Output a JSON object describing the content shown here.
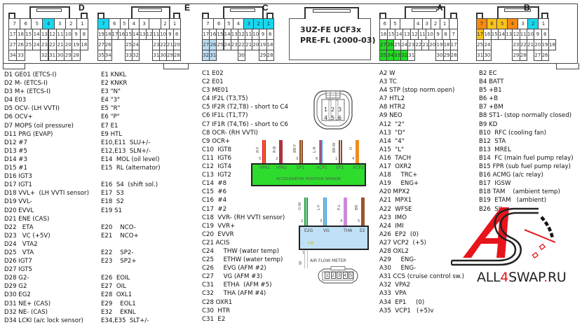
{
  "title": {
    "line1": "3UZ-FE UCF3x",
    "line2": "PRE-FL (2000-03)"
  },
  "connectors": {
    "D": {
      "label": "D",
      "highlighted": {
        "4": "#18d6ee"
      }
    },
    "E": {
      "label": "E",
      "highlighted": {
        "7": "#18d6ee"
      }
    },
    "C": {
      "label": "C",
      "highlighted": {
        "1": "#18d6ee",
        "2": "#18d6ee",
        "3": "#18d6ee",
        "26": "#bcdcf2",
        "27": "#bcdcf2",
        "31": "#bcdcf2",
        "32": "#bcdcf2"
      }
    },
    "A": {
      "label": "A",
      "highlighted": {
        "26": "#22dd22",
        "27": "#22dd22",
        "32": "#22dd22",
        "33": "#22dd22",
        "34": "#22dd22",
        "35": "#22dd22"
      }
    },
    "B": {
      "label": "B",
      "highlighted": {
        "7": "#f58a12",
        "6": "#fbc21a",
        "5": "#fbc21a",
        "4": "#f58a12",
        "2": "#18d6ee",
        "17": "#fbc21a"
      }
    }
  },
  "colors": {
    "cyan": "#18d6ee",
    "light_blue": "#bcdcf2",
    "green": "#22dd22",
    "orange": "#f58a12",
    "yellow": "#fbc21a",
    "logo_red": "#e8141c"
  },
  "pinout_D": [
    "D1 GE01 (ETCS-I)",
    "D2 M- (ETCS-I)",
    "D3 M+ (ETCS-I)",
    "D4 E03",
    "D5 OCV- (LH VVTI)",
    "D6 OCV+",
    "D7 MOPS (oil pressure)",
    "D11 PRG (EVAP)",
    "D12 #7",
    "D13 #5",
    "D14 #3",
    "D15 #1",
    "D16 IGT3",
    "D17 IGT1",
    "D18 VVL+  (LH VVTI sensor)",
    "D19 VVL-",
    "D20 EVVL",
    "D21 ENE (CAS)",
    "D22   ETA",
    "D23   VC (+5V)",
    "D24   VTA2",
    "D25   VTA",
    "D26 IGT7",
    "D27 IGT5",
    "D28 G2-",
    "D29 G2",
    "D30 EG2",
    "D31 NE+ (CAS)",
    "D32 NE- (CAS)",
    "D34 LCKI (a/c lock sensor)"
  ],
  "pinout_E": [
    "E1 KNKL",
    "E2 KNKR",
    "E3 \"N\"",
    "E4 \"3\"",
    "E5 \"R\"",
    "E6 \"P\"",
    "E7 E1",
    "E9 HTL",
    "E10,E11  SLU+/-",
    "E12,E13  SLN+/-",
    "E14  MOL (oil level)",
    "E15  RL (alternator)",
    "",
    "E16  S4  (shift sol.)",
    "E17  S3",
    "E18  S2",
    "E19 S1",
    "",
    "E20    NCO-",
    "E21    NCO+",
    "",
    "E22    SP2-",
    "E23    SP2+",
    "",
    "E26  EOIL",
    "E27  OIL",
    "E28  OXL1",
    "E29    EOL1",
    "E32    EKNL",
    "E34,E35  SLT+/-"
  ],
  "pinout_C": [
    "C1 E02",
    "C2 E01",
    "C3 ME01",
    "C4 IF2L (T3,T5)",
    "C5 IF2R (T2,T8) - short to C4",
    "C6 IF1L (T1,T7)",
    "C7 IF1R (T4,T6) - short to C6",
    "C8 OCR- (RH VVTI)",
    "C9 OCR+",
    "C10  IGT8",
    "C11  IGT6",
    "C12  IGT4",
    "C13  IGT2",
    "C14  #8",
    "C15  #6",
    "C16  #4",
    "C17  #2",
    "C18  VVR- (RH VVTI sensor)",
    "C19  VVR+",
    "C20  EVVR",
    "C21 ACIS",
    "C24     THW (water temp)",
    "C25     ETHW (water temp)",
    "C26     EVG (AFM #2)",
    "C27     VG (AFM #3)",
    "C31     ETHA  (AFM #5)",
    "C32     THA (AFM #4)",
    "C28 OXR1",
    "C30  HTR",
    "C31  E2"
  ],
  "pinout_A": [
    "A2 W",
    "A3 TC",
    "A4 STP (stop norm.open)",
    "A7 HTL2",
    "A8 HTR2",
    "A9 NEO",
    "A12  \"2\"",
    "A13  \"D\"",
    "A14  \"4\"",
    "A15  \"L\"",
    "A16  TACH",
    "A17  OXR2",
    "A18     TRC+",
    "A19     ENG+",
    "A20 MPX2",
    "A21  MPX1",
    "A22  WFSE",
    "A23  IMO",
    "A24  IMI",
    "A26  EP2  (0)",
    "A27 VCP2  (+5)",
    "A28 OXL2",
    "A29     ENG-",
    "A30     ENG-",
    "A31 CCS (cruise control sw.)",
    "A32  VPA2",
    "A33  VPA",
    "A34  EP1     (0)",
    "A35  VCP1   (+5)v"
  ],
  "pinout_B": [
    "B2 EC",
    "B4 BATT",
    "B5 +B1",
    "B6 +B",
    "B7 +BM",
    "B8 ST1- (stop normally closed)",
    "B9 KD",
    "B10  RFC (cooling fan)",
    "B12  STA",
    "B13  MREL",
    "B14  FC (main fuel pump relay)",
    "B15 FPR (sub fuel pump relay)",
    "B16 ACMG (a/c relay)",
    "B17  IGSW",
    "B18 TAM    (ambient temp)",
    "B19  ETAM   (ambient)",
    "B26  SIL"
  ],
  "aps_connector": {
    "pins": [
      "1",
      "2",
      "3",
      "4",
      "5",
      "6"
    ]
  },
  "accelerator_sensor": {
    "name": "ACCELERATOR POSITION SENSOR",
    "terminals": [
      {
        "name": "VPA1",
        "pin": "5",
        "wire": "R-Y",
        "colors": [
          "#e8141c",
          "#f5c842"
        ]
      },
      {
        "name": "VPA2",
        "pin": "2",
        "wire": "R-B",
        "colors": [
          "#b03040",
          "#b03040"
        ]
      },
      {
        "name": "EP1",
        "pin": "3",
        "wire": "BR-Y",
        "colors": [
          "#8b4a2b",
          "#f5c842"
        ]
      },
      {
        "name": "VCP1",
        "pin": "6",
        "wire": "L-R",
        "colors": [
          "#3aa0e8",
          "#e8141c"
        ]
      },
      {
        "name": "EP2",
        "pin": "1",
        "wire": "BR-W",
        "colors": [
          "#8b4a2b",
          "#ffffff"
        ]
      },
      {
        "name": "VCP2",
        "pin": "4",
        "wire": "O",
        "colors": [
          "#f08c1e",
          "#f08c1e"
        ]
      }
    ]
  },
  "air_flow_meter": {
    "name": "AIR FLOW METER",
    "terminals": [
      {
        "name": "E2G",
        "pin": "2",
        "wire": "G-W",
        "colors": [
          "#1a9a3a",
          "#ffffff"
        ]
      },
      {
        "name": "VG",
        "pin": "3",
        "wire": "L-Y",
        "colors": [
          "#3aa0e8",
          "#f5e88a"
        ]
      },
      {
        "name": "THA",
        "pin": "4",
        "wire": "P-L",
        "colors": [
          "#d08ad8",
          "#8aa0f0"
        ]
      },
      {
        "name": "E2",
        "pin": "5",
        "wire": "BR",
        "colors": [
          "#a0522d",
          "#a0522d"
        ]
      }
    ],
    "plus_b": {
      "name": "+B",
      "pin": "1",
      "wire": "W"
    },
    "plug_pins": [
      "1",
      "2",
      "3",
      "4",
      "5"
    ]
  },
  "logo": {
    "mark": "4S",
    "site_part1": "ALL",
    "site_part2": "4",
    "site_part3": "SWAP",
    "site_part4": ".",
    "site_part5": "RU"
  }
}
